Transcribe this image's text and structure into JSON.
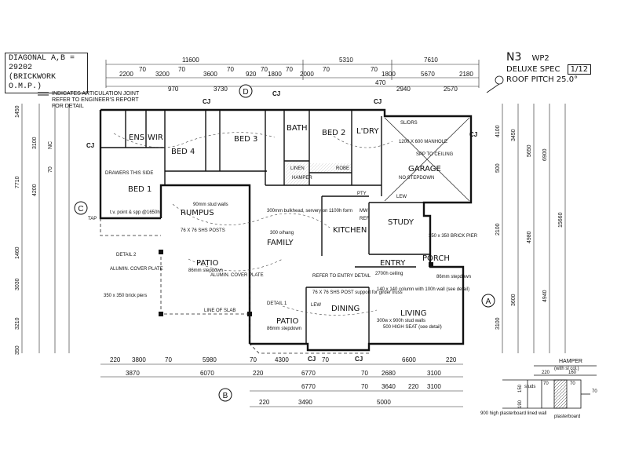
{
  "header": {
    "diagonal_line1": "DIAGONAL A,B = 29202",
    "diagonal_line2": "(BRICKWORK O.M.P.)",
    "articulation_note": [
      "INDICATES ARTICULATION JOINT",
      "REFER TO ENGINEER'S REPORT",
      "FOR DETAIL"
    ]
  },
  "title_block": {
    "code": "N3",
    "variant": "WP2",
    "spec": "DELUXE SPEC",
    "sheet": "1/12",
    "pitch": "ROOF PITCH 25.0°"
  },
  "top_dims": {
    "row1": [
      "11600",
      "5310",
      "7610"
    ],
    "row2": [
      "2200",
      "70",
      "3200",
      "70",
      "3600",
      "70",
      "920",
      "70",
      "1800",
      "70",
      "2000",
      "70",
      "70",
      "1800",
      "5670",
      "2180"
    ],
    "row3": [
      "970",
      "3730",
      "470",
      "2940",
      "2570"
    ]
  },
  "bottom_dims": {
    "row1": [
      "220",
      "3800",
      "70",
      "5980",
      "70",
      "4300",
      "70",
      "6600",
      "220"
    ],
    "row2": [
      "3870",
      "6070",
      "220",
      "6770",
      "70",
      "2680",
      "3100"
    ],
    "row3": [
      "6770",
      "70",
      "3640",
      "220",
      "3100"
    ],
    "row4": [
      "220",
      "3490",
      "5000"
    ]
  },
  "left_dims": [
    "1450",
    "3100",
    "NC",
    "7710",
    "4200",
    "70",
    "1460",
    "3030",
    "3210",
    "350"
  ],
  "right_dims": [
    "4100",
    "3450",
    "5650",
    "6900",
    "15660",
    "4980",
    "4940",
    "2100",
    "3600",
    "500",
    "3100"
  ],
  "grid_labels": [
    "A",
    "B",
    "C",
    "D"
  ],
  "rooms": [
    {
      "id": "ens",
      "label": "ENS"
    },
    {
      "id": "wir",
      "label": "WIR"
    },
    {
      "id": "bed4",
      "label": "BED 4"
    },
    {
      "id": "bed3",
      "label": "BED 3"
    },
    {
      "id": "bath",
      "label": "BATH"
    },
    {
      "id": "bed2",
      "label": "BED 2"
    },
    {
      "id": "ldry",
      "label": "L'DRY"
    },
    {
      "id": "garage",
      "label": "GARAGE"
    },
    {
      "id": "bed1",
      "label": "BED 1"
    },
    {
      "id": "rumpus",
      "label": "RUMPUS"
    },
    {
      "id": "family",
      "label": "FAMILY"
    },
    {
      "id": "kitchen",
      "label": "KITCHEN"
    },
    {
      "id": "study",
      "label": "STUDY"
    },
    {
      "id": "entry",
      "label": "ENTRY"
    },
    {
      "id": "porch",
      "label": "PORCH"
    },
    {
      "id": "dining",
      "label": "DINING"
    },
    {
      "id": "living",
      "label": "LIVING"
    },
    {
      "id": "patio1",
      "label": "PATIO"
    },
    {
      "id": "patio2",
      "label": "PATIO"
    }
  ],
  "notes": {
    "linen": "LINEN",
    "robe": "ROBE",
    "hamper": "HAMPER",
    "lew": "LEW",
    "tap": "TAP",
    "ceiling_90": "90mm stud walls",
    "rumpus_shs": "76 X 76 SHS POSTS",
    "family_ceiling": "300 o/hang",
    "kitchen_bulk": "300mm bulkhead, servery on 1100h form",
    "detail2": "DETAIL 2",
    "detail1": "DETAIL 1",
    "alum_cover": "ALUMIN. COVER PLATE",
    "alum_cover2": "ALUMIN. COVER PLATE",
    "brick_piers": "350 x 350 brick piers",
    "line_slab": "LINE OF SLAB",
    "patio_step": "86mm stepdown",
    "patio_step2": "86mm stepdown",
    "refer_entry": "REFER TO ENTRY DETAIL",
    "post_entry": "76 X 76 SHS POST support for girder truss",
    "column_entry": "140 x 140 column with 100h wall (see detail)",
    "porch_step": "86mm stepdown",
    "brick_pier": "350 x 350 BRICK PIER",
    "entry_ceiling": "2700h ceiling",
    "living_seat": "500 HIGH SEAT (see detail)",
    "living_stud": "300w x 900h stud walls",
    "garage_manhole": "1200 X 600 MANHOLE",
    "garage_steps": "NO STEPDOWN",
    "garage_ceiling": "SPP TO CEILING",
    "bed1_note": "t.v. point & spp @1650h",
    "drawers": "DRAWERS THIS SIDE",
    "sl_drs": "SL/DRS",
    "lew_label": "LEW",
    "pty": "PTY",
    "mw": "MW",
    "ref": "REF"
  },
  "hamper_detail": {
    "title": "HAMPER",
    "sub": "(with sl col.)",
    "dims_top": [
      "220",
      "160"
    ],
    "dims_top2": [
      "70",
      "70"
    ],
    "dims_side": [
      "150",
      "190"
    ],
    "studs": "studs",
    "wall_note": "900 high plasterboard lined wall",
    "plasterboard": "plasterboard",
    "dim_right": "70"
  },
  "cj_markers": [
    "CJ",
    "CJ",
    "CJ",
    "CJ",
    "CJ",
    "CJ",
    "CJ"
  ]
}
